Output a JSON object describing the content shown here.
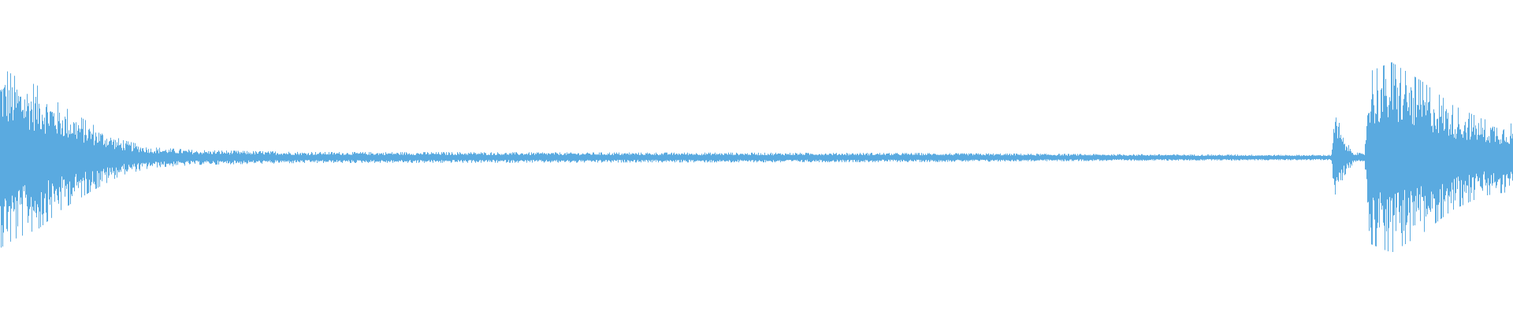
{
  "waveform": {
    "color": "#5aaae0",
    "background": "#ffffff",
    "envelope_profile": [
      {
        "t": 0.0,
        "amp": 0.95
      },
      {
        "t": 0.01,
        "amp": 0.85
      },
      {
        "t": 0.025,
        "amp": 0.75
      },
      {
        "t": 0.04,
        "amp": 0.55
      },
      {
        "t": 0.06,
        "amp": 0.35
      },
      {
        "t": 0.08,
        "amp": 0.18
      },
      {
        "t": 0.1,
        "amp": 0.1
      },
      {
        "t": 0.13,
        "amp": 0.07
      },
      {
        "t": 0.2,
        "amp": 0.05
      },
      {
        "t": 0.4,
        "amp": 0.045
      },
      {
        "t": 0.6,
        "amp": 0.04
      },
      {
        "t": 0.7,
        "amp": 0.03
      },
      {
        "t": 0.85,
        "amp": 0.02
      },
      {
        "t": 0.88,
        "amp": 0.02
      },
      {
        "t": 0.883,
        "amp": 0.5
      },
      {
        "t": 0.888,
        "amp": 0.2
      },
      {
        "t": 0.895,
        "amp": 0.05
      },
      {
        "t": 0.902,
        "amp": 0.03
      },
      {
        "t": 0.905,
        "amp": 0.9
      },
      {
        "t": 0.92,
        "amp": 1.0
      },
      {
        "t": 0.94,
        "amp": 0.8
      },
      {
        "t": 0.96,
        "amp": 0.55
      },
      {
        "t": 0.98,
        "amp": 0.4
      },
      {
        "t": 1.0,
        "amp": 0.35
      }
    ]
  }
}
